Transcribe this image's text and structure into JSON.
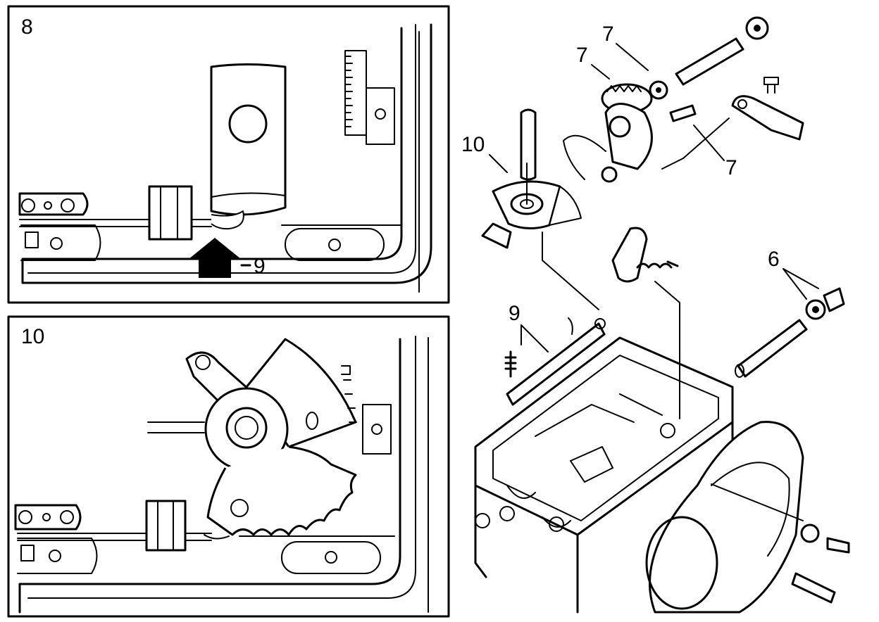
{
  "panels": [
    {
      "number": "8",
      "callouts": [
        "9"
      ]
    },
    {
      "number": "10"
    }
  ],
  "exploded_view": {
    "callouts": [
      "7",
      "7",
      "7",
      "10",
      "6",
      "9"
    ]
  }
}
